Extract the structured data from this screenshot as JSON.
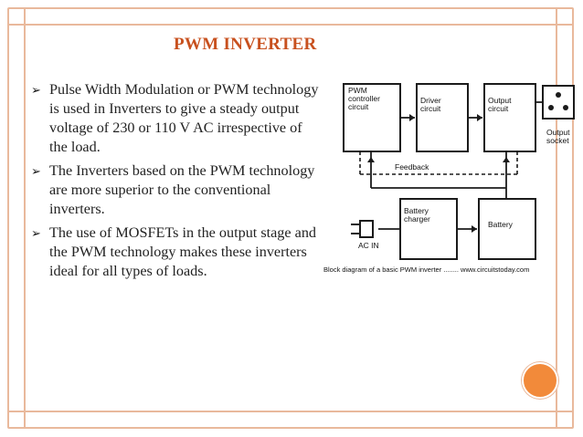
{
  "slide": {
    "title": "PWM INVERTER",
    "bullets": [
      "Pulse Width Modulation or PWM technology is used in Inverters to give a steady output voltage of 230 or 110 V AC irrespective of the load.",
      "The Inverters based on the PWM technology are more superior to the conventional inverters.",
      "The use of MOSFETs in the output stage and the PWM technology makes these inverters ideal for all types of loads."
    ],
    "bullet_marker": "➢"
  },
  "diagram": {
    "blocks": {
      "pwm": "PWM controller circuit",
      "driver": "Driver circuit",
      "output": "Output circuit",
      "battery_charger": "Battery charger",
      "battery": "Battery"
    },
    "labels": {
      "feedback": "Feedback",
      "output_socket": "Output socket",
      "ac_in": "AC IN",
      "caption": "Block diagram of a basic PWM inverter  ........ www.circuitstoday.com"
    }
  },
  "colors": {
    "title": "#c8511f",
    "frame": "#e9b99c",
    "circle": "#f28a3a"
  }
}
